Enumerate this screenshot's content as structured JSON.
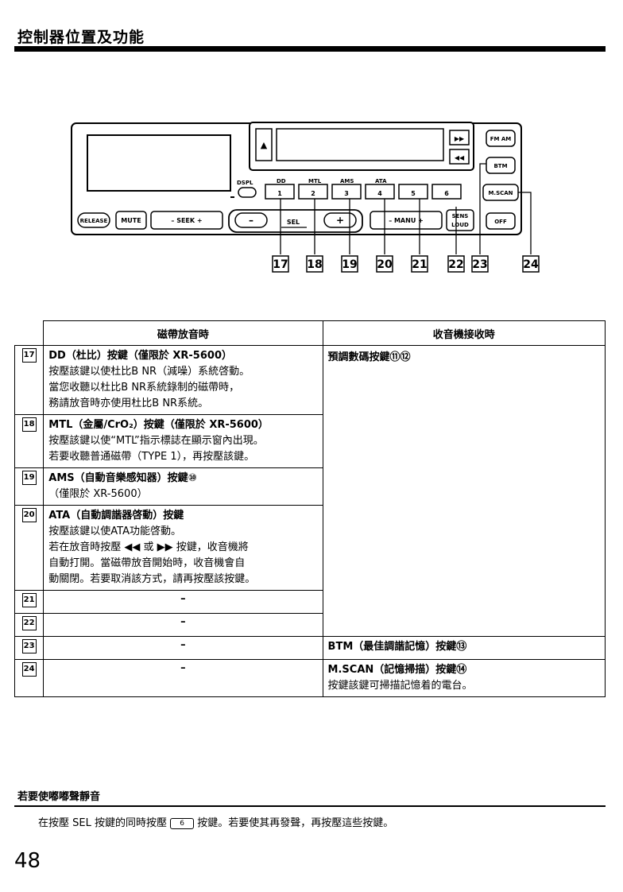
{
  "title": "控制器位置及功能",
  "panel": {
    "dspl": "DSPL",
    "dolby_symbol": "DD",
    "mtl": "MTL",
    "ams": "AMS",
    "ata": "ATA",
    "preset_numbers": [
      "1",
      "2",
      "3",
      "4",
      "5",
      "6"
    ],
    "release": "RELEASE",
    "mute": "MUTE",
    "seek": "–  SEEK  +",
    "minus": "–",
    "sel": "SEL",
    "plus": "+",
    "manu": "–  MANU  +",
    "sens": "SENS",
    "loud": "LOUD",
    "fm_am": "FM AM",
    "btm": "BTM",
    "mscan": "M.SCAN",
    "off": "OFF",
    "eject": "▲",
    "ff": "▶▶",
    "rew": "◀◀"
  },
  "callouts": [
    "17",
    "18",
    "19",
    "20",
    "21",
    "22",
    "23",
    "24"
  ],
  "table": {
    "header_left": "磁帶放音時",
    "header_right": "收音機接收時",
    "rows": {
      "r17": {
        "num": "17",
        "head": "DD（杜比）按鍵（僅限於 XR-5600）",
        "lines": [
          "按壓該鍵以使杜比B NR（減噪）系統啓動。",
          "當您收聽以杜比B NR系統錄制的磁帶時，",
          "務請放音時亦使用杜比B NR系統。"
        ]
      },
      "r18": {
        "num": "18",
        "head": "MTL（金屬/CrO₂）按鍵（僅限於 XR-5600）",
        "lines": [
          "按壓該鍵以使“MTL”指示標誌在顯示窗內出現。",
          "若要收聽普通磁帶（TYPE 1），再按壓該鍵。"
        ]
      },
      "r19": {
        "num": "19",
        "head": "AMS（自動音樂感知器）按鍵⑩",
        "lines": [
          "（僅限於 XR-5600）"
        ]
      },
      "r20": {
        "num": "20",
        "head": "ATA（自動調諧器啓動）按鍵",
        "lines": [
          "按壓該鍵以使ATA功能啓動。",
          "若在放音時按壓 ◀◀ 或 ▶▶ 按鍵，收音機將",
          "自動打開。當磁帶放音開始時，收音機會自",
          "動關閉。若要取消該方式，請再按壓該按鍵。"
        ]
      },
      "preset": "預調數碼按鍵⑪⑫",
      "r21": {
        "num": "21",
        "left": "–"
      },
      "r22": {
        "num": "22",
        "left": "–"
      },
      "r23": {
        "num": "23",
        "left": "–",
        "right": "BTM（最佳調諧記憶）按鍵⑬"
      },
      "r24": {
        "num": "24",
        "left": "–",
        "right_head": "M.SCAN（記憶掃描）按鍵⑭",
        "right_line": "按鍵該鍵可掃描記憶着的電台。"
      }
    }
  },
  "footer": {
    "title": "若要使嘟嘟聲靜音",
    "text_before": "在按壓 SEL 按鍵的同時按壓",
    "key": "6",
    "text_after": "按鍵。若要使其再發聲，再按壓這些按鍵。"
  },
  "page_number": "48"
}
